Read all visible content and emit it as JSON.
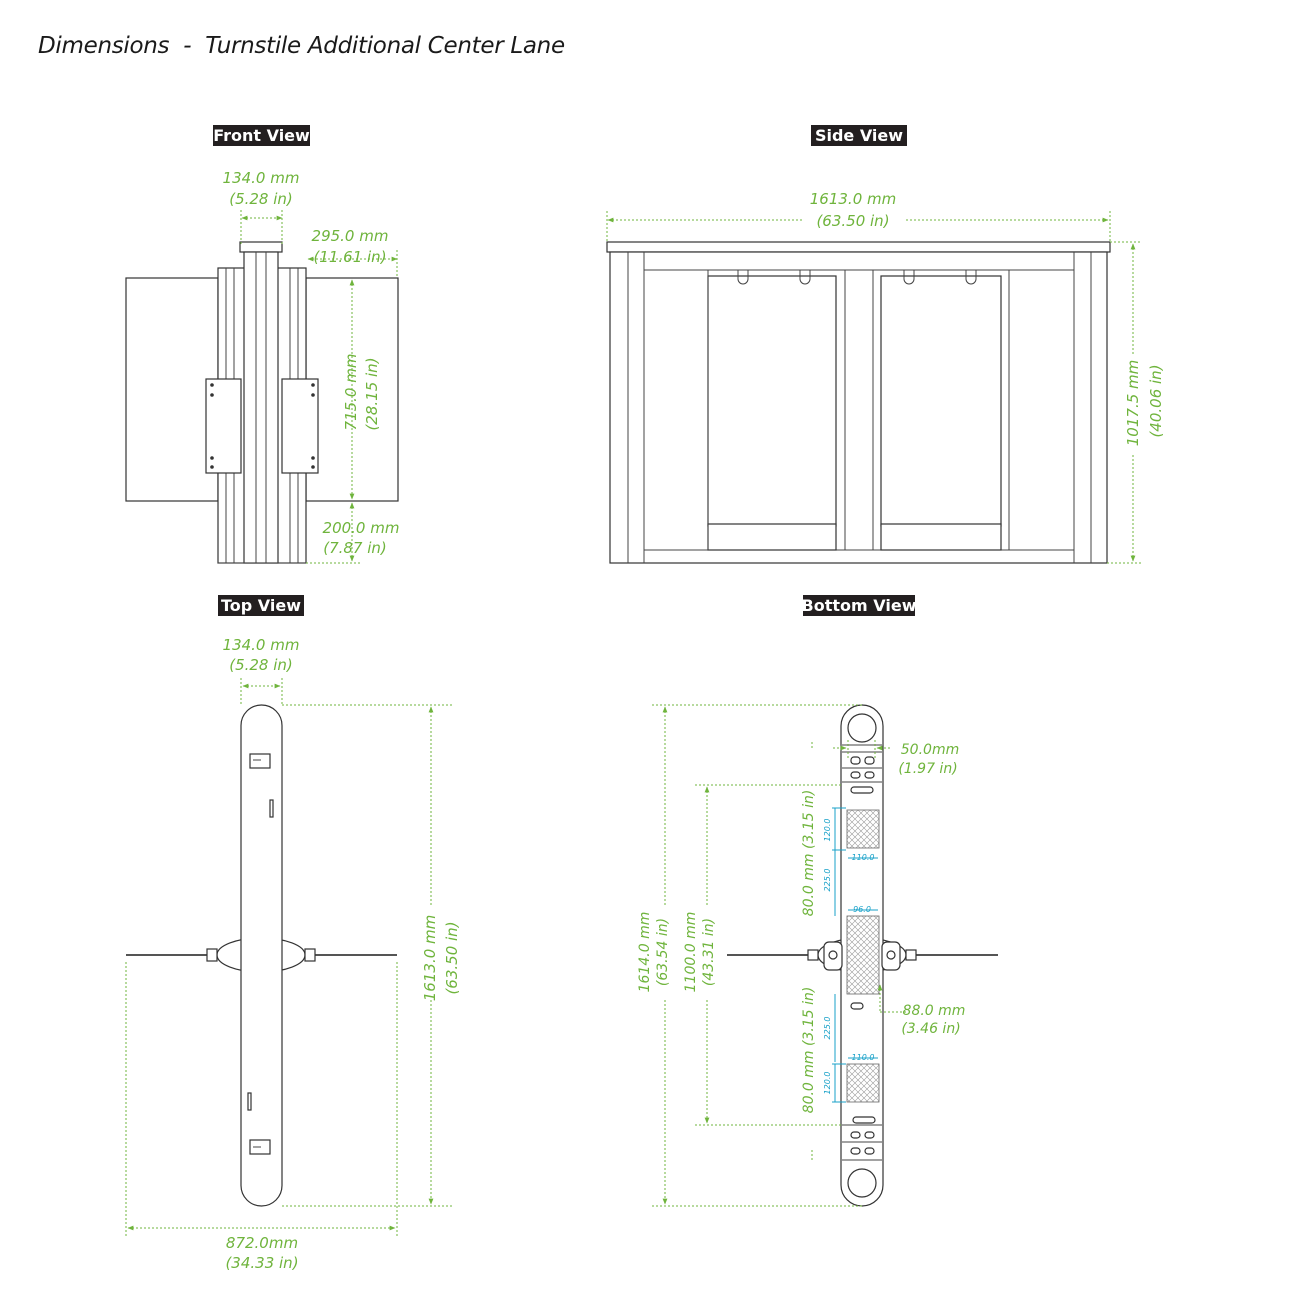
{
  "title": "Dimensions  -  Turnstile Additional Center Lane",
  "colors": {
    "dimension": "#6fb43c",
    "detail": "#1aa2c9",
    "outline": "#333333",
    "label_bg": "#231f20"
  },
  "views": {
    "front": {
      "label": "Front View",
      "dims": {
        "top_width_mm": "134.0 mm",
        "top_width_in": "(5.28 in)",
        "wing_width_mm": "295.0 mm",
        "wing_width_in": "(11.61 in)",
        "wing_height_mm": "715.0 mm",
        "wing_height_in": "(28.15 in)",
        "base_height_mm": "200.0 mm",
        "base_height_in": "(7.87 in)"
      }
    },
    "side": {
      "label": "Side View",
      "dims": {
        "length_mm": "1613.0 mm",
        "length_in": "(63.50 in)",
        "height_mm": "1017.5 mm",
        "height_in": "(40.06 in)"
      }
    },
    "top": {
      "label": "Top View",
      "dims": {
        "width_mm": "134.0 mm",
        "width_in": "(5.28 in)",
        "length_mm": "1613.0 mm",
        "length_in": "(63.50 in)",
        "span_mm": "872.0mm",
        "span_in": "(34.33 in)"
      }
    },
    "bottom": {
      "label": "Bottom View",
      "dims": {
        "width_mm": "50.0mm",
        "width_in": "(1.97 in)",
        "offset_mm": "88.0 mm",
        "offset_in": "(3.46 in)",
        "total_mm": "1614.0 mm",
        "total_in": "(63.54 in)",
        "inner_mm": "1100.0 mm",
        "inner_in": "(43.31 in)",
        "seg_top": "80.0 mm (3.15 in)",
        "seg_bottom": "80.0 mm (3.15 in)",
        "d120_top": "120.0",
        "d110_top": "110.0",
        "d225_top": "225.0",
        "d96": "96.0",
        "d225_bottom": "225.0",
        "d110_bottom": "110.0",
        "d120_bottom": "120.0"
      }
    }
  }
}
